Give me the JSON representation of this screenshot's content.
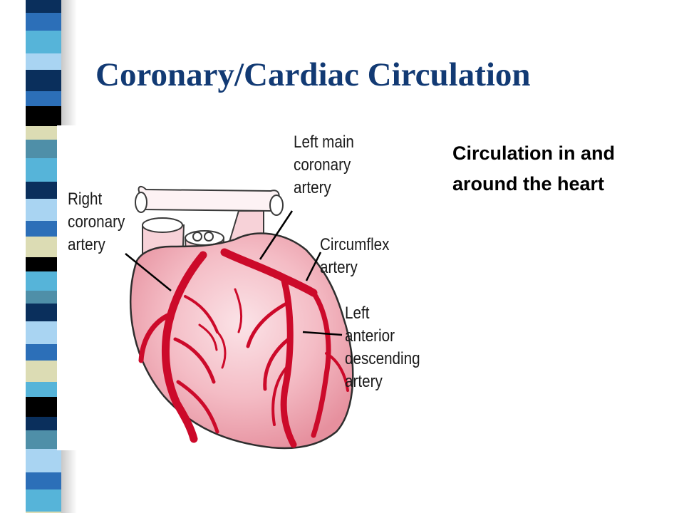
{
  "slide": {
    "title": "Coronary/Cardiac Circulation",
    "caption_lines": [
      "Circulation in and",
      "around the heart"
    ]
  },
  "figure": {
    "label_left_main": [
      "Left main",
      "coronary",
      "artery"
    ],
    "label_right_coronary": [
      "Right",
      "coronary",
      "artery"
    ],
    "label_circumflex": [
      "Circumflex",
      "artery"
    ],
    "label_lad": [
      "Left",
      "anterior",
      "descending",
      "artery"
    ]
  },
  "colors": {
    "title": "#123a74",
    "artery": "#cc0a2a",
    "heart": "#f3b9c2",
    "stripe_palette": [
      "#0a2f5c",
      "#2c6fb8",
      "#56b4d9",
      "#a9d4f2",
      "#dcdcb4",
      "#000000",
      "#4f8fa8"
    ]
  }
}
